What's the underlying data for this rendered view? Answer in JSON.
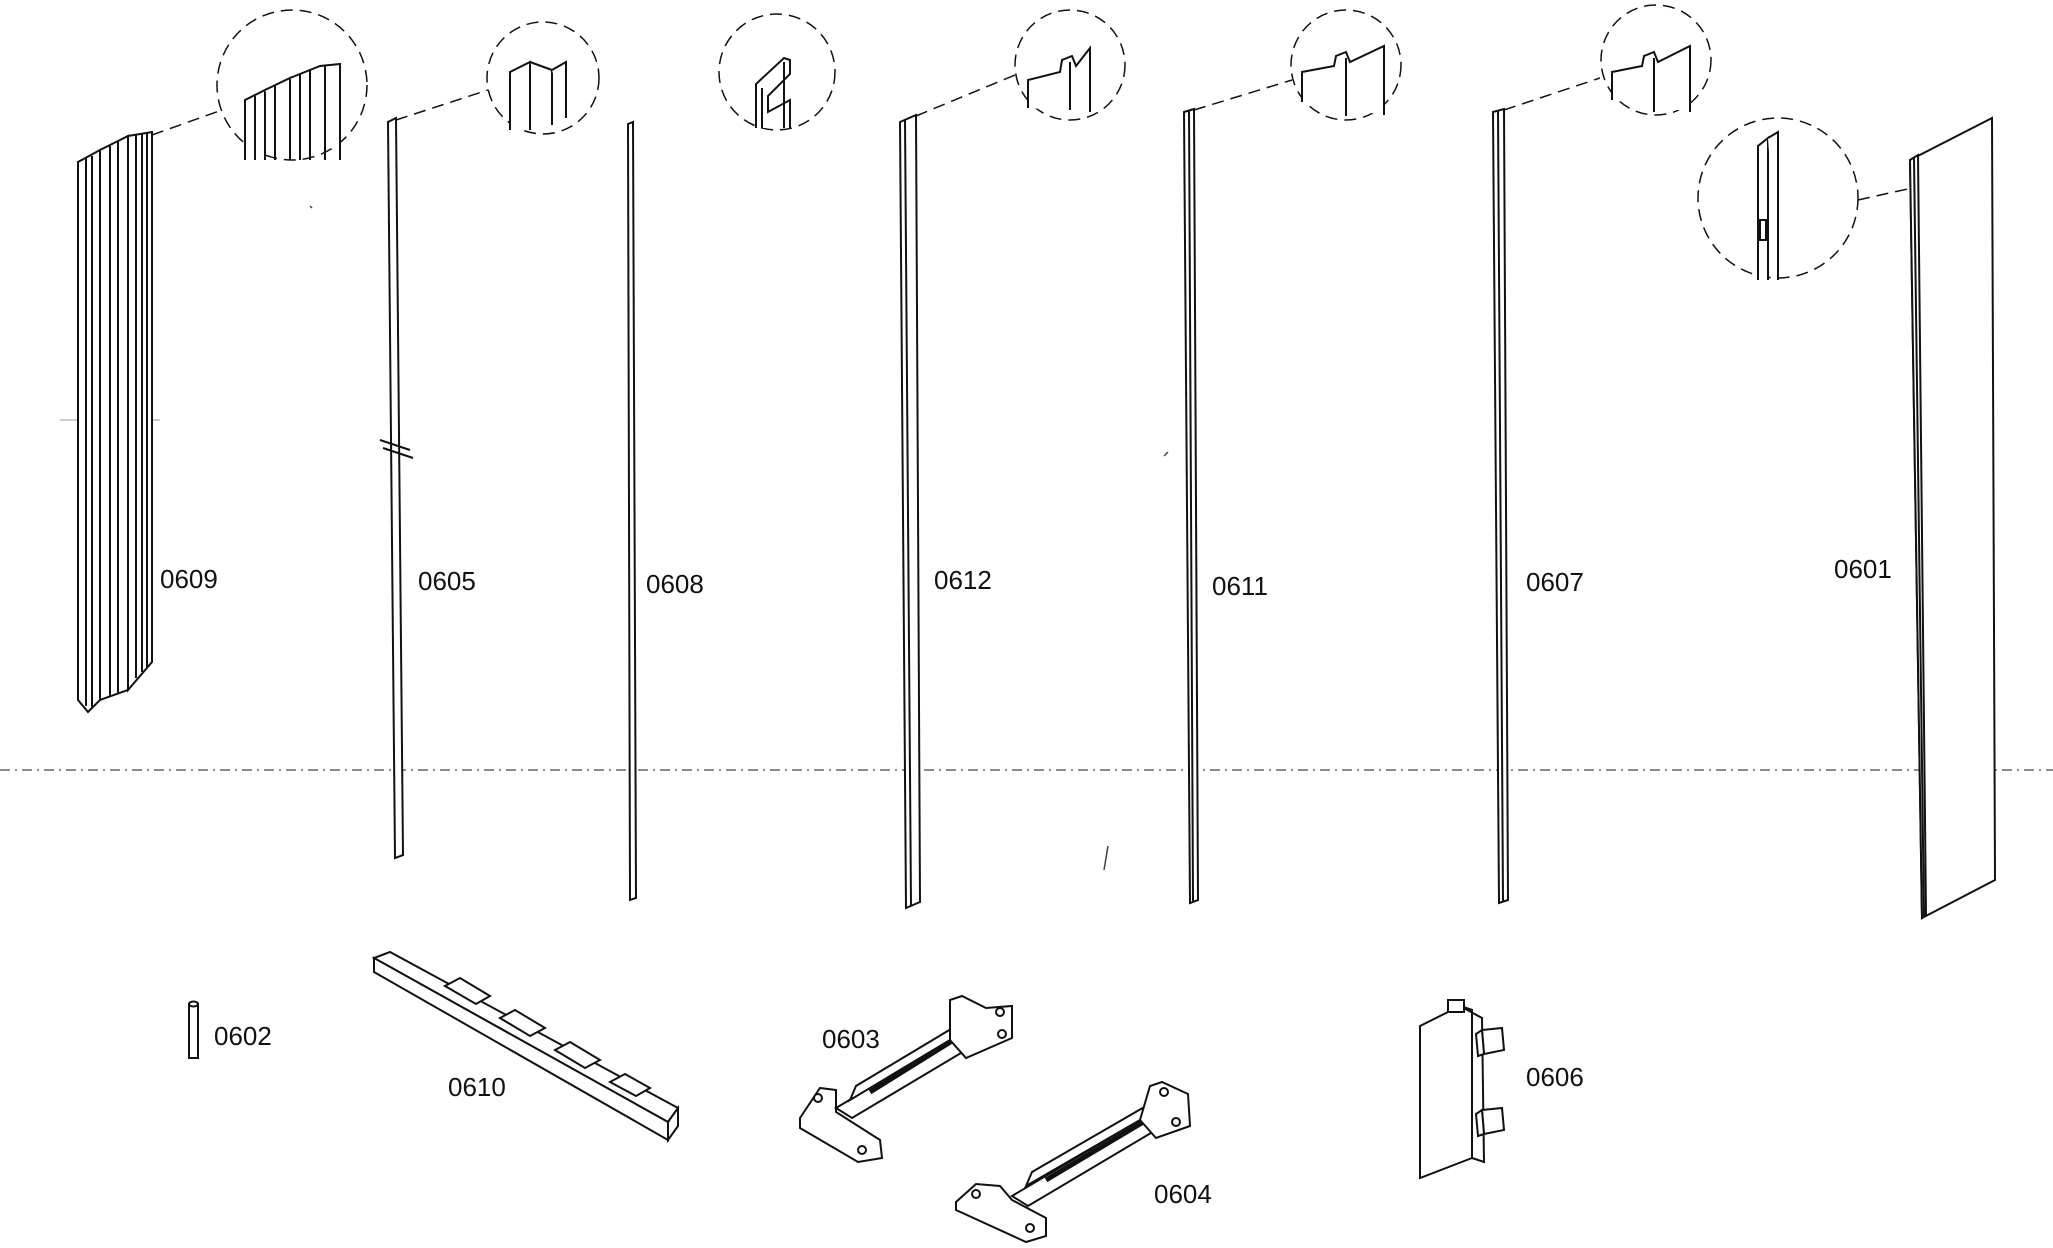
{
  "parts": [
    {
      "id": "p0609",
      "number": "0609"
    },
    {
      "id": "p0605",
      "number": "0605"
    },
    {
      "id": "p0608",
      "number": "0608"
    },
    {
      "id": "p0612",
      "number": "0612"
    },
    {
      "id": "p0611",
      "number": "0611"
    },
    {
      "id": "p0607",
      "number": "0607"
    },
    {
      "id": "p0601",
      "number": "0601"
    },
    {
      "id": "p0602",
      "number": "0602"
    },
    {
      "id": "p0610",
      "number": "0610"
    },
    {
      "id": "p0603",
      "number": "0603"
    },
    {
      "id": "p0604",
      "number": "0604"
    },
    {
      "id": "p0606",
      "number": "0606"
    }
  ],
  "colors": {
    "line": "#111111",
    "guide": "#555555",
    "background": "#ffffff"
  }
}
